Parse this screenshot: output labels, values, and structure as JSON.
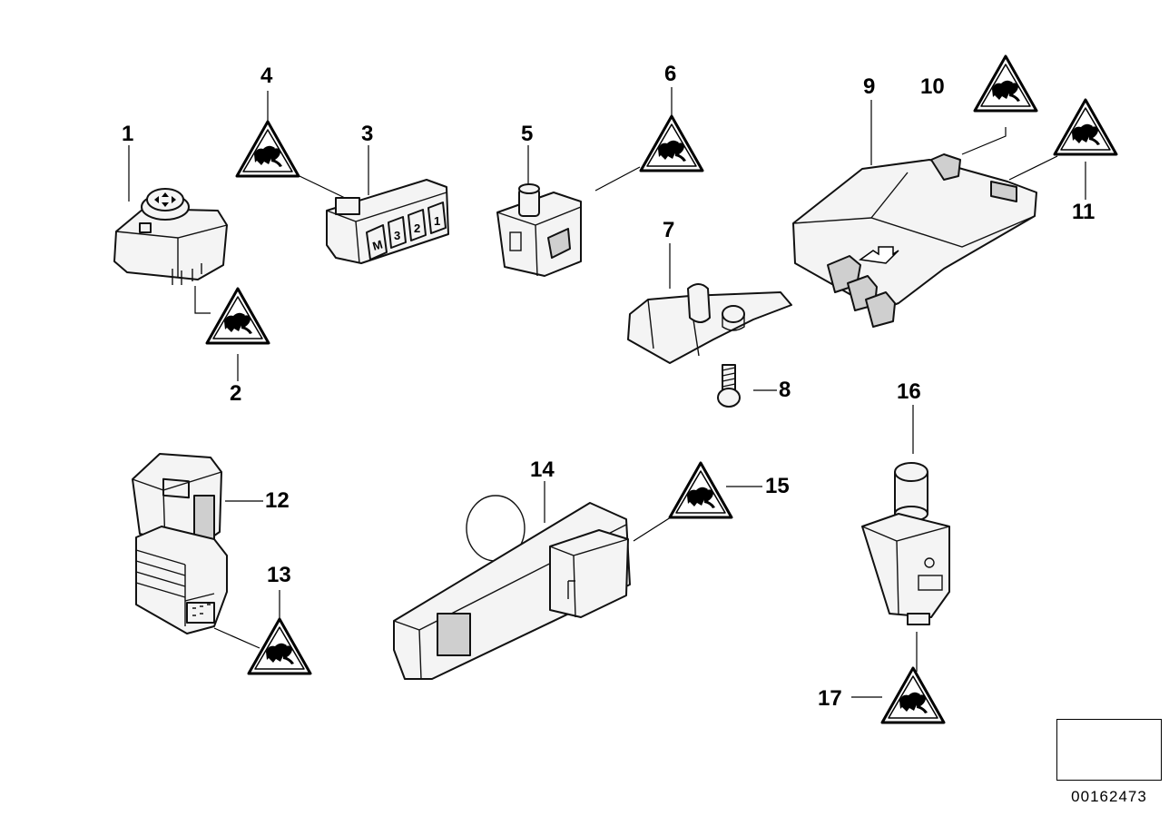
{
  "callouts": [
    {
      "id": "1",
      "label": "1"
    },
    {
      "id": "2",
      "label": "2"
    },
    {
      "id": "3",
      "label": "3"
    },
    {
      "id": "4",
      "label": "4"
    },
    {
      "id": "5",
      "label": "5"
    },
    {
      "id": "6",
      "label": "6"
    },
    {
      "id": "7",
      "label": "7"
    },
    {
      "id": "8",
      "label": "8"
    },
    {
      "id": "9",
      "label": "9"
    },
    {
      "id": "10",
      "label": "10"
    },
    {
      "id": "11",
      "label": "11"
    },
    {
      "id": "12",
      "label": "12"
    },
    {
      "id": "13",
      "label": "13"
    },
    {
      "id": "14",
      "label": "14"
    },
    {
      "id": "15",
      "label": "15"
    },
    {
      "id": "16",
      "label": "16"
    },
    {
      "id": "17",
      "label": "17"
    }
  ],
  "switch_labels": {
    "m": "M",
    "three": "3",
    "two": "2",
    "one": "1"
  },
  "catalog_number": "00162473",
  "icons": {
    "warning_triangle": "electrical-warning-triangle-icon",
    "direction_arrow": "direction-arrow-icon"
  }
}
